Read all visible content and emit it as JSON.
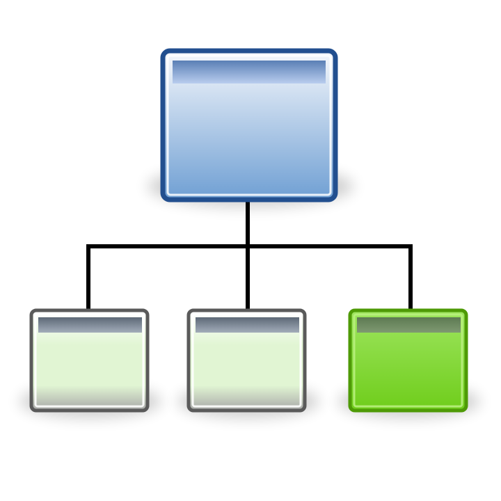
{
  "diagram": {
    "type": "hierarchy-icon",
    "root": {
      "name": "root-window",
      "colors": {
        "border": "#224f8f",
        "titlebar_top": "#5a7fb5",
        "titlebar_bottom": "#b9cdee",
        "body_top": "#f6f8fc",
        "body_bottom": "#6f9fd3"
      }
    },
    "children": [
      {
        "name": "child-window-left",
        "state": "normal",
        "colors": {
          "border": "#5a5a5a",
          "titlebar_top": "#5c6876",
          "titlebar_bottom": "#a3adba",
          "body_top": "#ffffff",
          "body_mid": "#e1f5d3",
          "body_bottom": "#a8a8a8"
        }
      },
      {
        "name": "child-window-center",
        "state": "normal",
        "colors": {
          "border": "#5a5a5a",
          "titlebar_top": "#5c6876",
          "titlebar_bottom": "#a3adba",
          "body_top": "#ffffff",
          "body_mid": "#e1f5d3",
          "body_bottom": "#a8a8a8"
        }
      },
      {
        "name": "child-window-right",
        "state": "selected",
        "colors": {
          "border": "#4e9a06",
          "titlebar_top": "#5d7a52",
          "titlebar_bottom": "#7f9972",
          "body_top": "#9ee55f",
          "body_bottom": "#6fcd1b"
        }
      }
    ],
    "connector_color": "#000000"
  }
}
